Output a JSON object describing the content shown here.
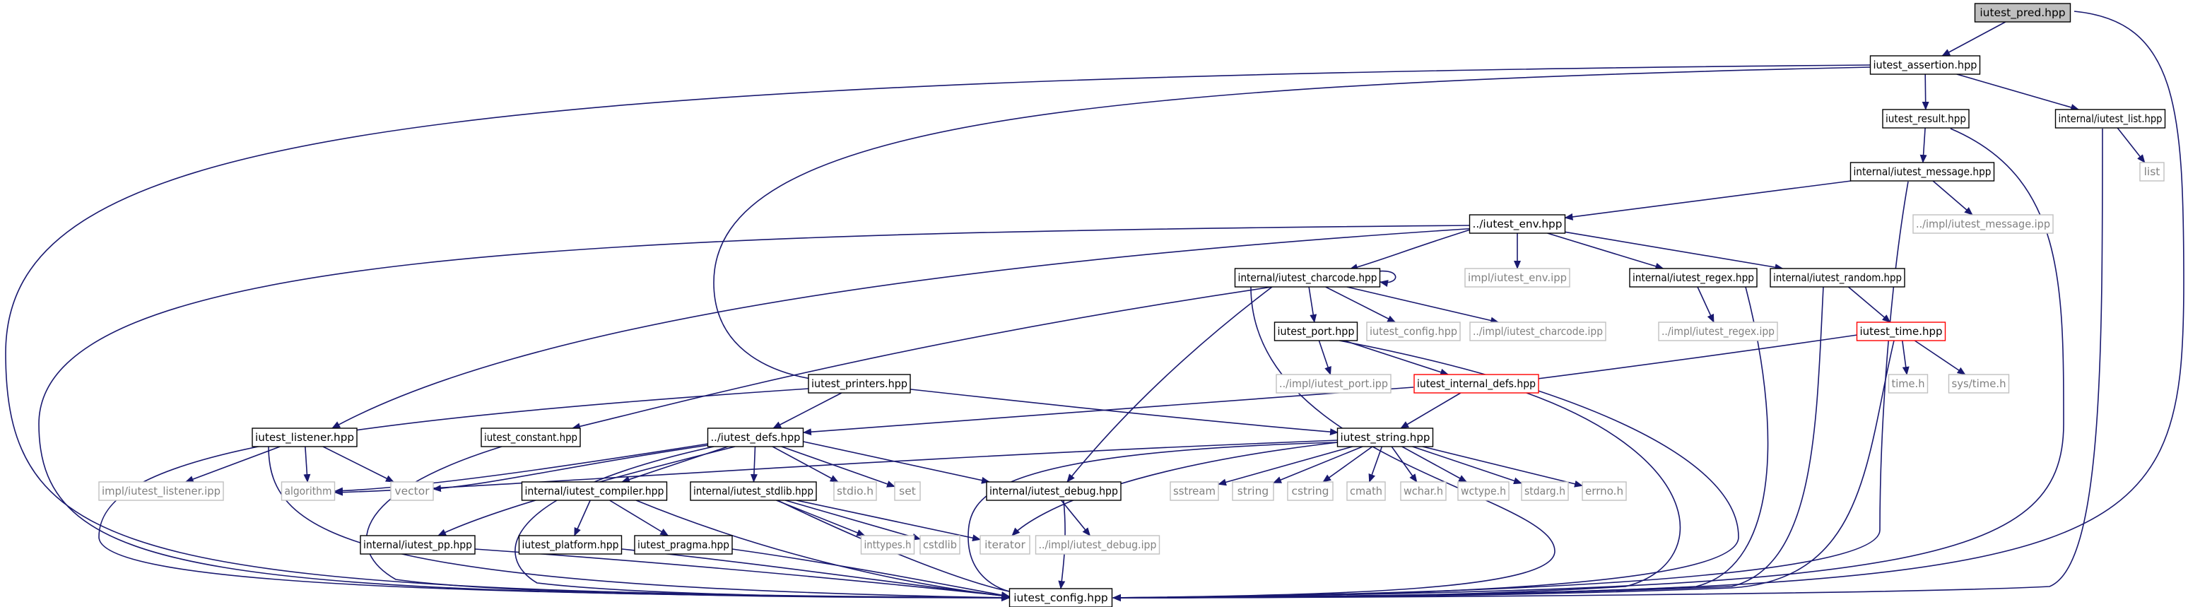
{
  "graph": {
    "title": "iutest_pred.hpp include dependency graph",
    "colors": {
      "edge": "#191970",
      "text_normal": "#000000",
      "text_external": "#808080",
      "border_normal": "#000000",
      "border_external": "#c0c0c0",
      "border_truncated": "#ff0000",
      "fill_root": "#bfbfbf",
      "fill_default": "#ffffff"
    },
    "nodes": [
      {
        "id": "pred",
        "label": "iutest_pred.hpp",
        "kind": "root"
      },
      {
        "id": "assertion",
        "label": "iutest_assertion.hpp",
        "kind": "normal"
      },
      {
        "id": "result",
        "label": "iutest_result.hpp",
        "kind": "normal"
      },
      {
        "id": "list",
        "label": "internal/iutest_list.hpp",
        "kind": "normal"
      },
      {
        "id": "liststd",
        "label": "list",
        "kind": "external"
      },
      {
        "id": "message",
        "label": "internal/iutest_message.hpp",
        "kind": "normal"
      },
      {
        "id": "message_ipp",
        "label": "../impl/iutest_message.ipp",
        "kind": "external"
      },
      {
        "id": "env",
        "label": "../iutest_env.hpp",
        "kind": "normal"
      },
      {
        "id": "charcode",
        "label": "internal/iutest_charcode.hpp",
        "kind": "normal"
      },
      {
        "id": "env_ipp",
        "label": "impl/iutest_env.ipp",
        "kind": "external"
      },
      {
        "id": "regex",
        "label": "internal/iutest_regex.hpp",
        "kind": "normal"
      },
      {
        "id": "random",
        "label": "internal/iutest_random.hpp",
        "kind": "normal"
      },
      {
        "id": "port",
        "label": "iutest_port.hpp",
        "kind": "normal"
      },
      {
        "id": "config_hpp",
        "label": "iutest_config.hpp",
        "kind": "external"
      },
      {
        "id": "charcode_ipp",
        "label": "../impl/iutest_charcode.ipp",
        "kind": "external"
      },
      {
        "id": "regex_ipp",
        "label": "../impl/iutest_regex.ipp",
        "kind": "external"
      },
      {
        "id": "time",
        "label": "iutest_time.hpp",
        "kind": "truncated"
      },
      {
        "id": "port_ipp",
        "label": "../impl/iutest_port.ipp",
        "kind": "external"
      },
      {
        "id": "internal_defs",
        "label": "iutest_internal_defs.hpp",
        "kind": "truncated"
      },
      {
        "id": "timeh",
        "label": "time.h",
        "kind": "external"
      },
      {
        "id": "systime",
        "label": "sys/time.h",
        "kind": "external"
      },
      {
        "id": "printers",
        "label": "iutest_printers.hpp",
        "kind": "normal"
      },
      {
        "id": "listener",
        "label": "iutest_listener.hpp",
        "kind": "normal"
      },
      {
        "id": "constant",
        "label": "iutest_constant.hpp",
        "kind": "normal"
      },
      {
        "id": "defs",
        "label": "../iutest_defs.hpp",
        "kind": "normal"
      },
      {
        "id": "string",
        "label": "iutest_string.hpp",
        "kind": "normal"
      },
      {
        "id": "listener_ipp",
        "label": "impl/iutest_listener.ipp",
        "kind": "external"
      },
      {
        "id": "algorithm",
        "label": "algorithm",
        "kind": "external"
      },
      {
        "id": "vector",
        "label": "vector",
        "kind": "external"
      },
      {
        "id": "compiler",
        "label": "internal/iutest_compiler.hpp",
        "kind": "normal"
      },
      {
        "id": "stdlib",
        "label": "internal/iutest_stdlib.hpp",
        "kind": "normal"
      },
      {
        "id": "stdio",
        "label": "stdio.h",
        "kind": "external"
      },
      {
        "id": "set",
        "label": "set",
        "kind": "external"
      },
      {
        "id": "debug",
        "label": "internal/iutest_debug.hpp",
        "kind": "normal"
      },
      {
        "id": "sstream",
        "label": "sstream",
        "kind": "external"
      },
      {
        "id": "stringstd",
        "label": "string",
        "kind": "external"
      },
      {
        "id": "cstring",
        "label": "cstring",
        "kind": "external"
      },
      {
        "id": "cmath",
        "label": "cmath",
        "kind": "external"
      },
      {
        "id": "wchar",
        "label": "wchar.h",
        "kind": "external"
      },
      {
        "id": "wctype",
        "label": "wctype.h",
        "kind": "external"
      },
      {
        "id": "stdarg",
        "label": "stdarg.h",
        "kind": "external"
      },
      {
        "id": "errno",
        "label": "errno.h",
        "kind": "external"
      },
      {
        "id": "pp",
        "label": "internal/iutest_pp.hpp",
        "kind": "normal"
      },
      {
        "id": "platform",
        "label": "iutest_platform.hpp",
        "kind": "normal"
      },
      {
        "id": "pragma",
        "label": "iutest_pragma.hpp",
        "kind": "normal"
      },
      {
        "id": "inttypes",
        "label": "inttypes.h",
        "kind": "external"
      },
      {
        "id": "cstdlib",
        "label": "cstdlib",
        "kind": "external"
      },
      {
        "id": "iterator",
        "label": "iterator",
        "kind": "external"
      },
      {
        "id": "debug_ipp",
        "label": "../impl/iutest_debug.ipp",
        "kind": "external"
      },
      {
        "id": "config",
        "label": "iutest_config.hpp",
        "kind": "normal"
      }
    ],
    "edges": [
      [
        "pred",
        "assertion"
      ],
      [
        "pred",
        "config"
      ],
      [
        "assertion",
        "result"
      ],
      [
        "assertion",
        "list"
      ],
      [
        "assertion",
        "printers"
      ],
      [
        "assertion",
        "config"
      ],
      [
        "list",
        "liststd"
      ],
      [
        "list",
        "config"
      ],
      [
        "result",
        "message"
      ],
      [
        "result",
        "config"
      ],
      [
        "message",
        "env"
      ],
      [
        "message",
        "message_ipp"
      ],
      [
        "message",
        "config"
      ],
      [
        "env",
        "charcode"
      ],
      [
        "env",
        "env_ipp"
      ],
      [
        "env",
        "regex"
      ],
      [
        "env",
        "random"
      ],
      [
        "env",
        "listener"
      ],
      [
        "env",
        "config"
      ],
      [
        "charcode",
        "charcode"
      ],
      [
        "charcode",
        "port"
      ],
      [
        "charcode",
        "config_hpp"
      ],
      [
        "charcode",
        "charcode_ipp"
      ],
      [
        "charcode",
        "constant"
      ],
      [
        "charcode",
        "debug"
      ],
      [
        "charcode",
        "config"
      ],
      [
        "regex",
        "regex_ipp"
      ],
      [
        "regex",
        "config"
      ],
      [
        "random",
        "time"
      ],
      [
        "random",
        "config"
      ],
      [
        "time",
        "timeh"
      ],
      [
        "time",
        "systime"
      ],
      [
        "time",
        "internal_defs"
      ],
      [
        "time",
        "config"
      ],
      [
        "port",
        "port_ipp"
      ],
      [
        "port",
        "internal_defs"
      ],
      [
        "port",
        "config"
      ],
      [
        "internal_defs",
        "string"
      ],
      [
        "internal_defs",
        "defs"
      ],
      [
        "internal_defs",
        "config"
      ],
      [
        "printers",
        "defs"
      ],
      [
        "printers",
        "string"
      ],
      [
        "printers",
        "config"
      ],
      [
        "listener",
        "listener_ipp"
      ],
      [
        "listener",
        "algorithm"
      ],
      [
        "listener",
        "vector"
      ],
      [
        "listener",
        "config"
      ],
      [
        "constant",
        "config"
      ],
      [
        "defs",
        "algorithm"
      ],
      [
        "defs",
        "vector"
      ],
      [
        "defs",
        "pp"
      ],
      [
        "defs",
        "compiler"
      ],
      [
        "defs",
        "stdlib"
      ],
      [
        "defs",
        "stdio"
      ],
      [
        "defs",
        "set"
      ],
      [
        "defs",
        "debug"
      ],
      [
        "defs",
        "config"
      ],
      [
        "string",
        "sstream"
      ],
      [
        "string",
        "stringstd"
      ],
      [
        "string",
        "cstring"
      ],
      [
        "string",
        "cmath"
      ],
      [
        "string",
        "wchar"
      ],
      [
        "string",
        "wctype"
      ],
      [
        "string",
        "stdarg"
      ],
      [
        "string",
        "errno"
      ],
      [
        "string",
        "algorithm"
      ],
      [
        "string",
        "iterator"
      ],
      [
        "string",
        "config"
      ],
      [
        "compiler",
        "platform"
      ],
      [
        "compiler",
        "pragma"
      ],
      [
        "compiler",
        "config"
      ],
      [
        "stdlib",
        "inttypes"
      ],
      [
        "stdlib",
        "cstdlib"
      ],
      [
        "stdlib",
        "iterator"
      ],
      [
        "stdlib",
        "config"
      ],
      [
        "debug",
        "debug_ipp"
      ],
      [
        "debug",
        "config"
      ],
      [
        "pp",
        "config"
      ],
      [
        "platform",
        "config"
      ],
      [
        "pragma",
        "config"
      ]
    ]
  }
}
